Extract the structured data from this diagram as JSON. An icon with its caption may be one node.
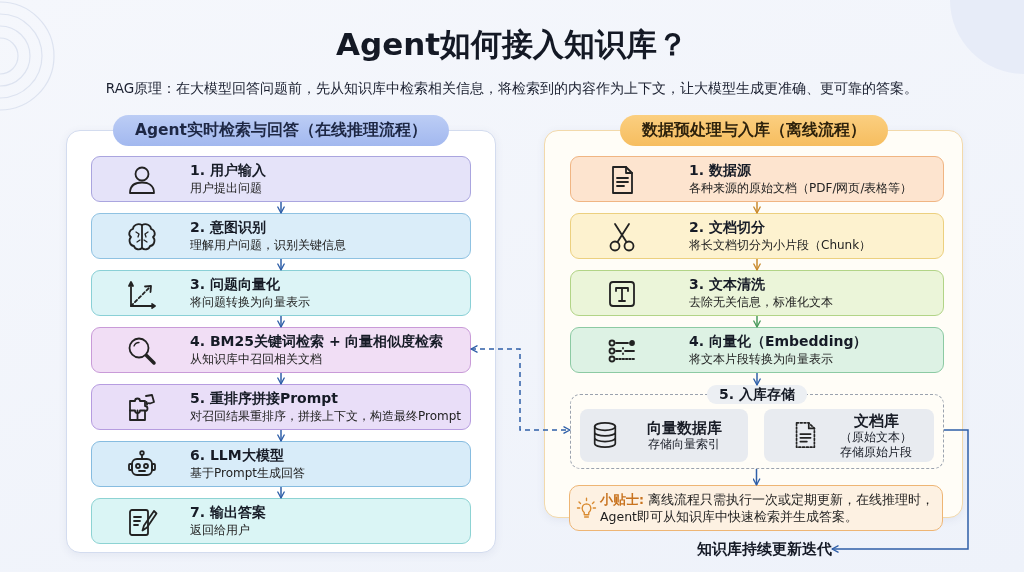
{
  "diagram": {
    "title": "Agent如何接入知识库？",
    "nodes": [
      {
        "text": [
          "Agent实时检索与回答（在线推理流程）"
        ]
      },
      {
        "text": [
          "1. 用户输入",
          "用户提出问题"
        ],
        "in": 0
      },
      {
        "text": [
          "2. 意图识别",
          "理解用户问题，识别关键信息"
        ],
        "in": 0
      },
      {
        "text": [
          "3. 问题向量化",
          "将问题转换为向量表示"
        ],
        "in": 0
      },
      {
        "text": [
          "4. BM25关键词检索 + 向量相似度检索",
          "从知识库中召回相关文档"
        ],
        "in": 0
      },
      {
        "text": [
          "5. 重排序拼接Prompt",
          "对召回结果重排序，拼接上下文，构造最终Prompt"
        ],
        "in": 0
      },
      {
        "text": [
          "6. LLM大模型",
          "基于Prompt生成回答"
        ],
        "in": 0
      },
      {
        "text": [
          "7. 输出答案",
          "返回给用户"
        ],
        "in": 0
      },
      {
        "text": [
          "数据预处理与入库（离线流程）"
        ]
      },
      {
        "text": [
          "1. 数据源",
          "各种来源的原始文档（PDF/网页/表格等）"
        ],
        "in": 8
      },
      {
        "text": [
          "2. 文档切分",
          "将长文档切分为小片段（Chunk）"
        ],
        "in": 8
      },
      {
        "text": [
          "3. 文本清洗",
          "去除无关信息，标准化文本"
        ],
        "in": 8
      },
      {
        "text": [
          "4. 向量化（Embedding）",
          "将文本片段转换为向量表示"
        ],
        "in": 8
      },
      {
        "text": [
          "5. 入库存储"
        ],
        "in": 8
      },
      {
        "text": [
          "向量数据库",
          "存储向量索引"
        ],
        "in": 13
      },
      {
        "text": [
          "文档库",
          "（原始文本）",
          "存储原始片段"
        ],
        "in": 13
      },
      {
        "text": [
          "**小贴士:** 离线流程只需执行一次或定期更新，在线推理时，Agent即可从知识库中快速检索并生成答案。"
        ]
      },
      {
        "text": [
          "知识库持续更新迭代"
        ]
      }
    ],
    "edges": [
      {
        "from": 1,
        "to": 2,
        "arrow": "to"
      },
      {
        "from": 2,
        "to": 3,
        "arrow": "to"
      },
      {
        "from": 3,
        "to": 4,
        "arrow": "to"
      },
      {
        "from": 4,
        "to": 5,
        "arrow": "to"
      },
      {
        "from": 5,
        "to": 6,
        "arrow": "to"
      },
      {
        "from": 6,
        "to": 7,
        "arrow": "to"
      },
      {
        "from": 9,
        "to": 10,
        "arrow": "to",
        "color": "#c98a2e"
      },
      {
        "from": 10,
        "to": 11,
        "arrow": "to",
        "color": "#c98a2e"
      },
      {
        "from": 11,
        "to": 12,
        "arrow": "to",
        "color": "#4a9a5c"
      },
      {
        "from": 12,
        "to": 13,
        "arrow": "to"
      },
      {
        "from": 13,
        "to": 16,
        "arrow": "to"
      },
      {
        "from": 4,
        "to": 13,
        "arrow": "both",
        "style": "dashed"
      },
      {
        "from": 13,
        "to": 17,
        "arrow": "to"
      }
    ],
    "labels": [
      "RAG原理：在大模型回答问题前，先从知识库中检索相关信息，将检索到的内容作为上下文，让大模型生成更准确、更可靠的答案。"
    ]
  }
}
